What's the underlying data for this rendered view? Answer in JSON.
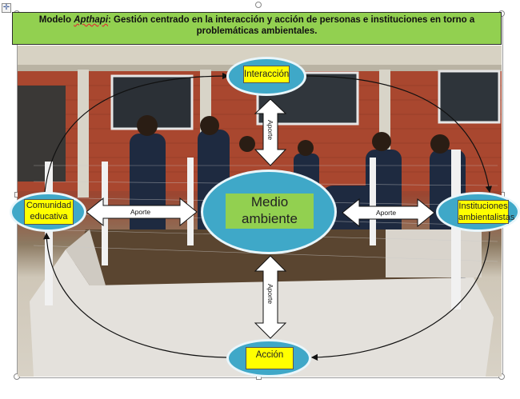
{
  "title": {
    "prefix": "Modelo ",
    "italic_word": "Apthapi",
    "line1_rest": ": Gestión centrado en la interacción y acción de personas e instituciones en torno a",
    "line2": "problemáticas ambientales."
  },
  "nodes": {
    "top": "Interacción",
    "center": [
      "Medio",
      "ambiente"
    ],
    "left": [
      "Comunidad",
      "educativa"
    ],
    "right": [
      "Instituciones",
      "ambientalistas"
    ],
    "bottom": "Acción"
  },
  "arrows": {
    "top": "Aporte",
    "left": "Aporte",
    "right": "Aporte",
    "bottom": "Aporte"
  },
  "colors": {
    "title_fill": "#92d050",
    "ellipse_fill": "#3fa8c8",
    "label_fill": "#ffff00",
    "center_label_fill": "#92d050"
  },
  "icons": [
    "move-handle-icon"
  ]
}
